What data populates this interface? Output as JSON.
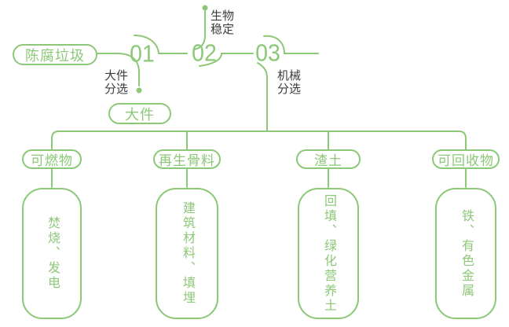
{
  "colors": {
    "green": "#8cc878",
    "text_dark": "#3c3c3c"
  },
  "source": {
    "label": "陈腐垃圾"
  },
  "steps": [
    {
      "number": "01",
      "process_line1": "大件",
      "process_line2": "分选",
      "output": "大件"
    },
    {
      "number": "02",
      "process_line1": "生物",
      "process_line2": "稳定"
    },
    {
      "number": "03",
      "process_line1": "机械",
      "process_line2": "分选"
    }
  ],
  "branches": [
    {
      "category": "可燃物",
      "disposal": "焚烧、发电"
    },
    {
      "category": "再生骨料",
      "disposal": "建筑材料、填埋"
    },
    {
      "category": "渣土",
      "disposal": "回填、绿化营养土"
    },
    {
      "category": "可回收物",
      "disposal": "铁、有色金属"
    }
  ]
}
